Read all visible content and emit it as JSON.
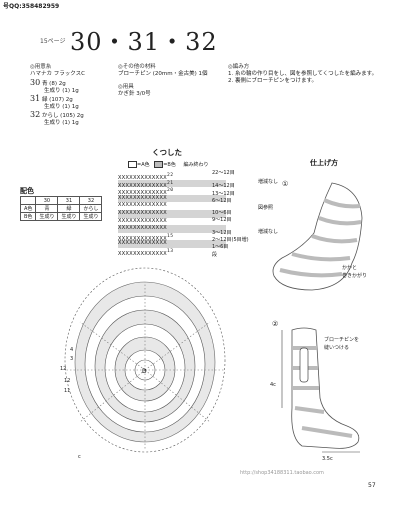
{
  "top_mark": "号QQ:358482959",
  "page_label": "15ページ",
  "title": "30・31・32",
  "materials": {
    "yarn_header": "◎用意糸",
    "yarn_name": "ハマナカ フラックスC",
    "items": [
      {
        "num": "30",
        "text": "青 (8) 2g",
        "sub": "生成り (1) 1g"
      },
      {
        "num": "31",
        "text": "緑 (107) 2g",
        "sub": "生成り (1) 1g"
      },
      {
        "num": "32",
        "text": "からし (105) 2g",
        "sub": "生成り (1) 1g"
      }
    ]
  },
  "other": {
    "header": "◎その他の材料",
    "text": "ブローチピン (20mm・金古美) 1個",
    "tools_header": "◎用具",
    "tools_text": "かぎ針 3/0号"
  },
  "instructions": {
    "header": "◎編み方",
    "steps": [
      "1. 糸の輪の作り目をし、図を参照してくつしたを編みます。",
      "2. 裏側にブローチピンをつけます。"
    ]
  },
  "chart": {
    "title": "くつした",
    "legend_a": "=A色",
    "legend_b": "=B色",
    "legend_end": "編み終わり",
    "row_labels": [
      "22～12目",
      "14～12目",
      "13～12目",
      "6～12目",
      "10～6目",
      "9～12目",
      "3～12目",
      "2～12目(5目増)",
      "1～6目",
      "段"
    ],
    "side_labels": [
      "増減なし",
      "図参照",
      "増減なし"
    ],
    "rows": [
      {
        "text": "XXXXXXXXXXXXX",
        "mark": "22"
      },
      {
        "text": "XXXXXXXXXXXXX",
        "mark": "21"
      },
      {
        "text": "XXXXXXXXXXXXX",
        "mark": "20"
      },
      {
        "text": "XXXXXXXXXXXXX",
        "mark": ""
      },
      {
        "text": "XXXXXXXXXXXXX",
        "mark": ""
      },
      {
        "text": "XXXXXXXXXXXXX",
        "mark": ""
      },
      {
        "text": "XXXXXXXXXXXXX",
        "mark": ""
      },
      {
        "text": "XXXXXXXXXXXXX",
        "mark": ""
      },
      {
        "text": "XXXXXXXXXXXXX",
        "mark": "15"
      },
      {
        "text": "XXXXXXXXXXXXX",
        "mark": ""
      },
      {
        "text": "XXXXXXXXXXXXX",
        "mark": "13"
      }
    ]
  },
  "color_table": {
    "title": "配色",
    "headers": [
      "",
      "30",
      "31",
      "32"
    ],
    "rows": [
      [
        "A色",
        "青",
        "緑",
        "からし"
      ],
      [
        "B色",
        "生成り",
        "生成り",
        "生成り"
      ]
    ]
  },
  "finishing": {
    "title": "仕上げ方",
    "step1_num": "①",
    "step1_label": "かかと",
    "step1_label_sub": "巻きかがり",
    "step2_num": "②",
    "step2_label": "ブローチピンを",
    "step2_label_sub": "縫いつける",
    "dim_height": "4c",
    "dim_width": "3.5c"
  },
  "spiral_labels": [
    "12",
    "11",
    "12",
    "3",
    "4",
    "c"
  ],
  "watermark": "http://shop34188311.taobao.com",
  "page_number": "57"
}
